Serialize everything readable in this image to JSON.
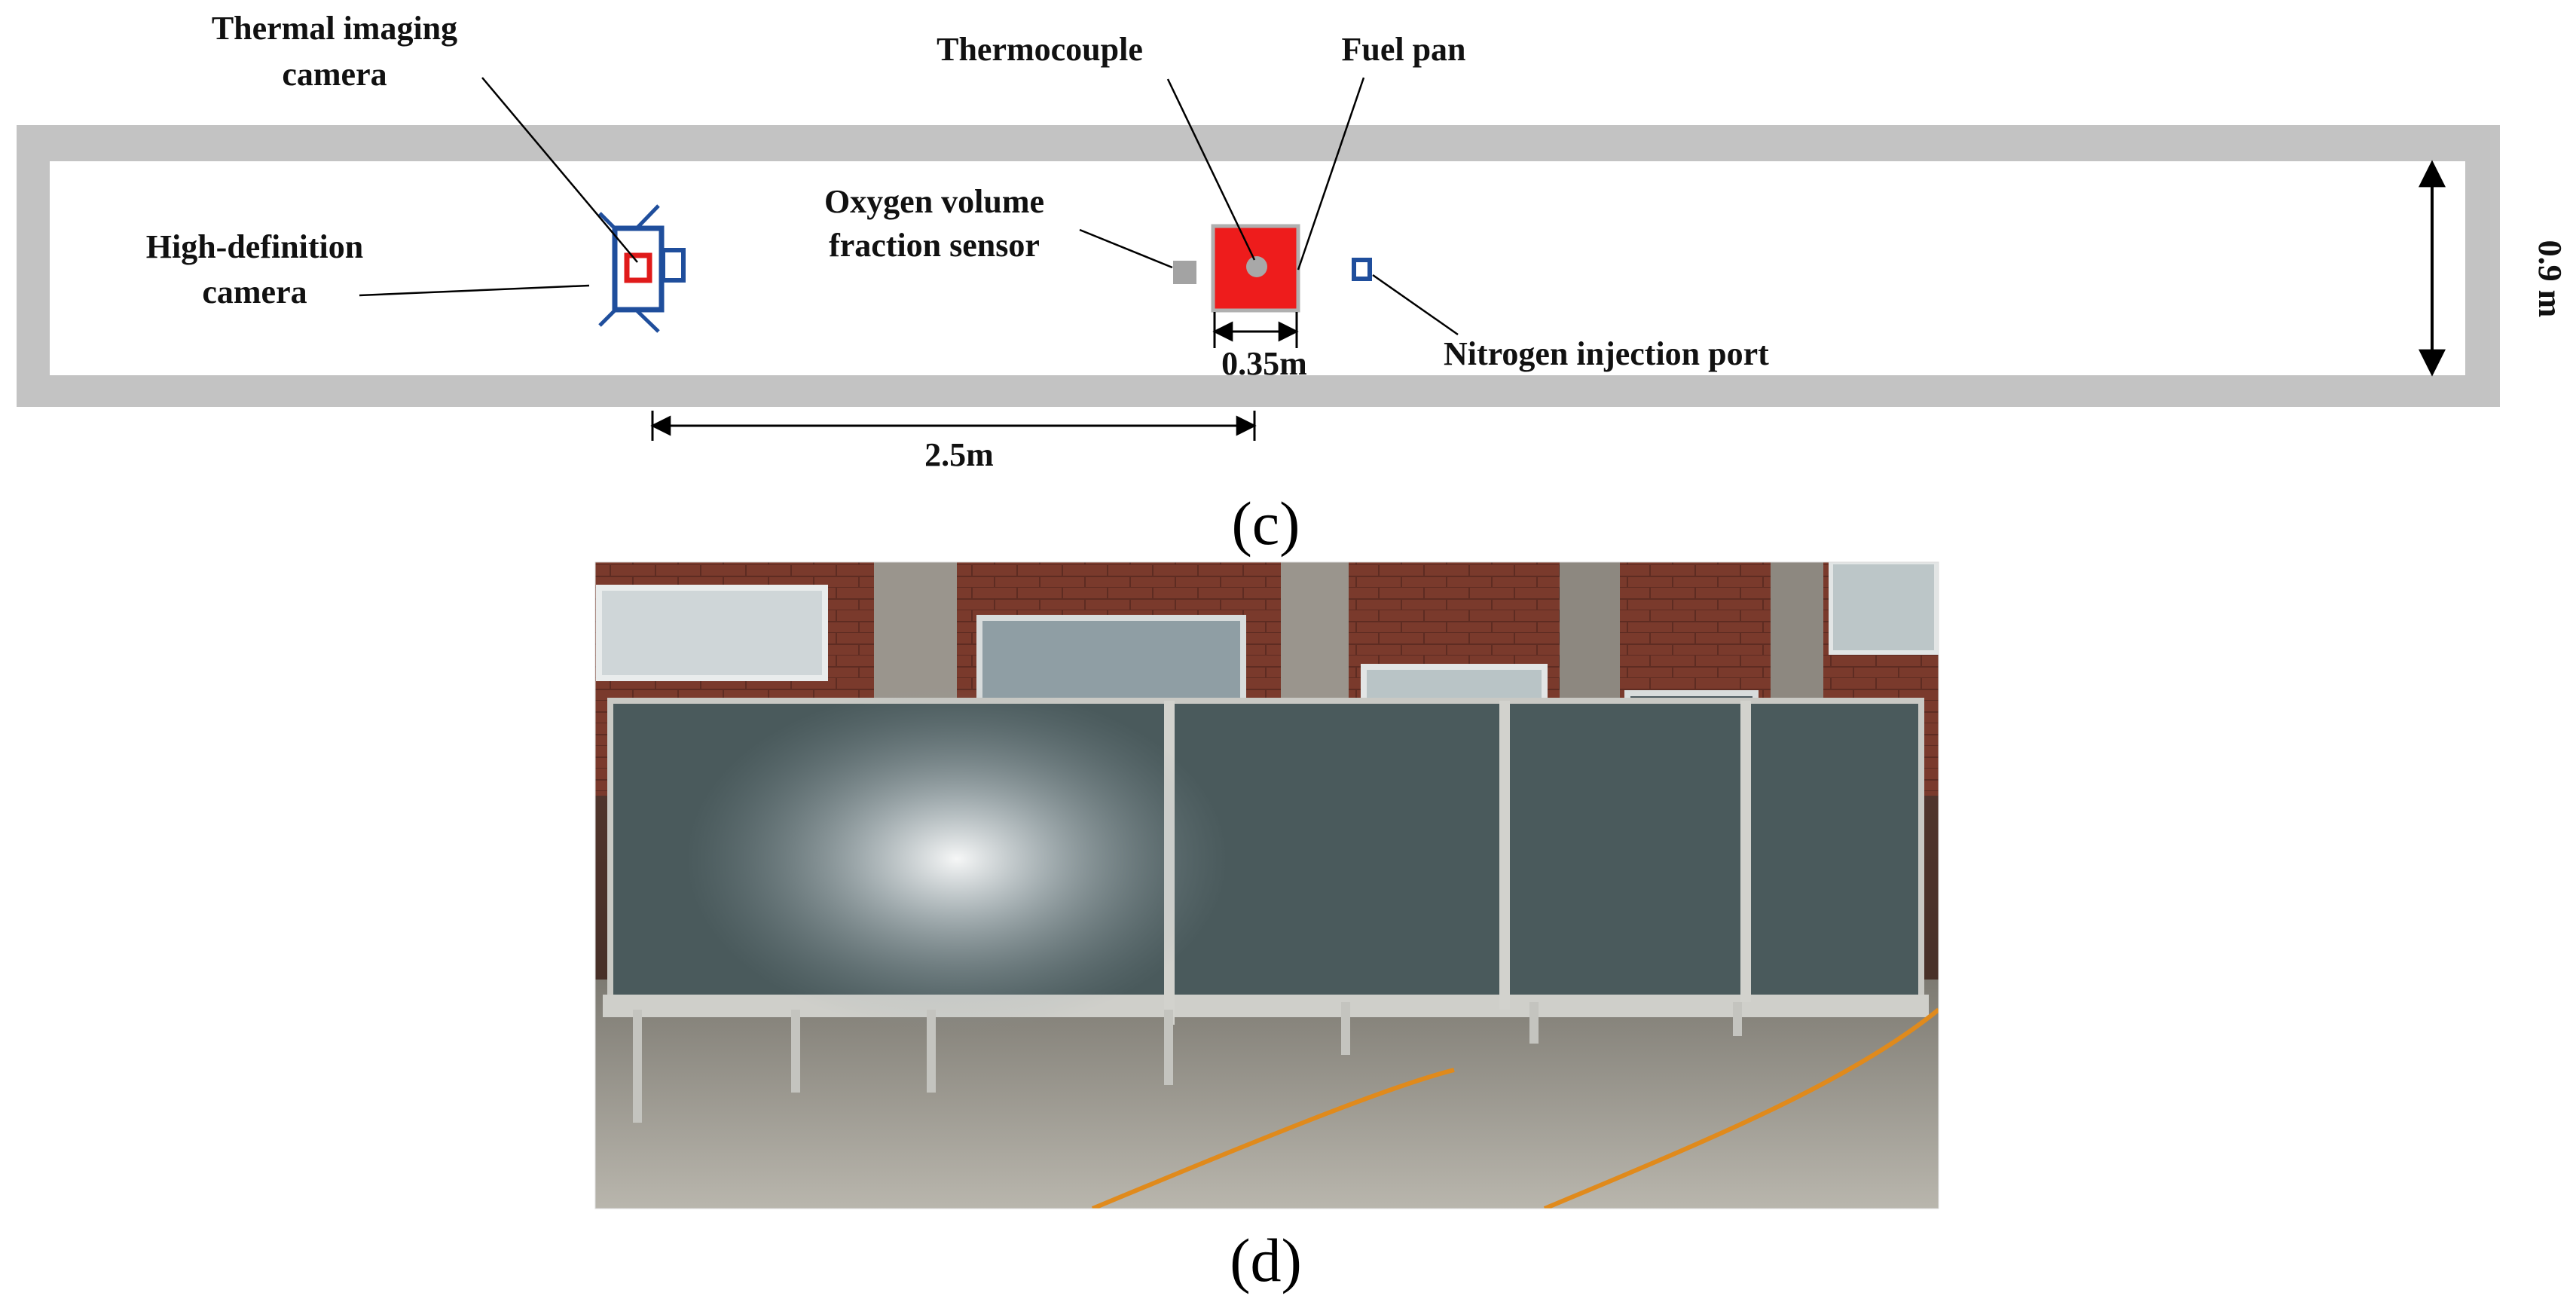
{
  "colors": {
    "wall": "#c3c3c3",
    "fuel_pan_fill": "#ee1c1c",
    "fuel_pan_border": "#b0b0b0",
    "thermocouple": "#a8a8a8",
    "oxygen_sensor": "#a3a3a3",
    "camera_blue": "#1f4e9c",
    "camera_red": "#e01a1a",
    "nitrogen_port": "#1f4e9c",
    "dimension_line": "#000000"
  },
  "diagram": {
    "labels": {
      "thermal_camera": [
        "Thermal imaging",
        "camera"
      ],
      "hd_camera": [
        "High-definition",
        "camera"
      ],
      "oxygen_sensor": [
        "Oxygen volume",
        "fraction sensor"
      ],
      "thermocouple": "Thermocouple",
      "fuel_pan": "Fuel pan",
      "nitrogen_port": "Nitrogen injection port"
    },
    "dimensions": {
      "pan_width": "0.35m",
      "camera_distance": "2.5m",
      "tunnel_width": "0.9 m"
    },
    "panel_label": "(c)"
  },
  "photo": {
    "panel_label": "(d)",
    "subject": "photo-icon"
  }
}
